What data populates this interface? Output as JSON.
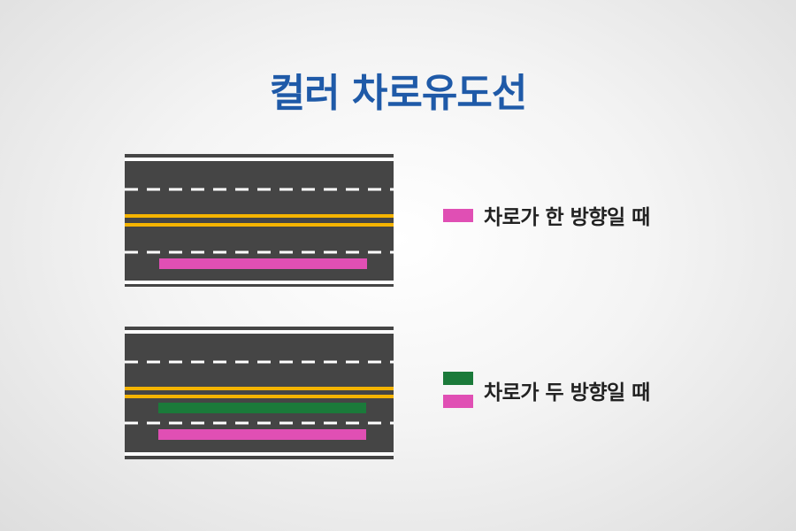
{
  "title": "컬러 차로유도선",
  "colors": {
    "road": "#454545",
    "white_line": "#ffffff",
    "yellow_line": "#f5b400",
    "pink_guide": "#e04fb4",
    "green_guide": "#1b7a3a",
    "title_blue": "#1f5aa8"
  },
  "legend": [
    {
      "label": "차로가 한 방향일 때",
      "swatches": [
        "pink"
      ]
    },
    {
      "label": "차로가 두 방향일 때",
      "swatches": [
        "green",
        "pink"
      ]
    }
  ]
}
